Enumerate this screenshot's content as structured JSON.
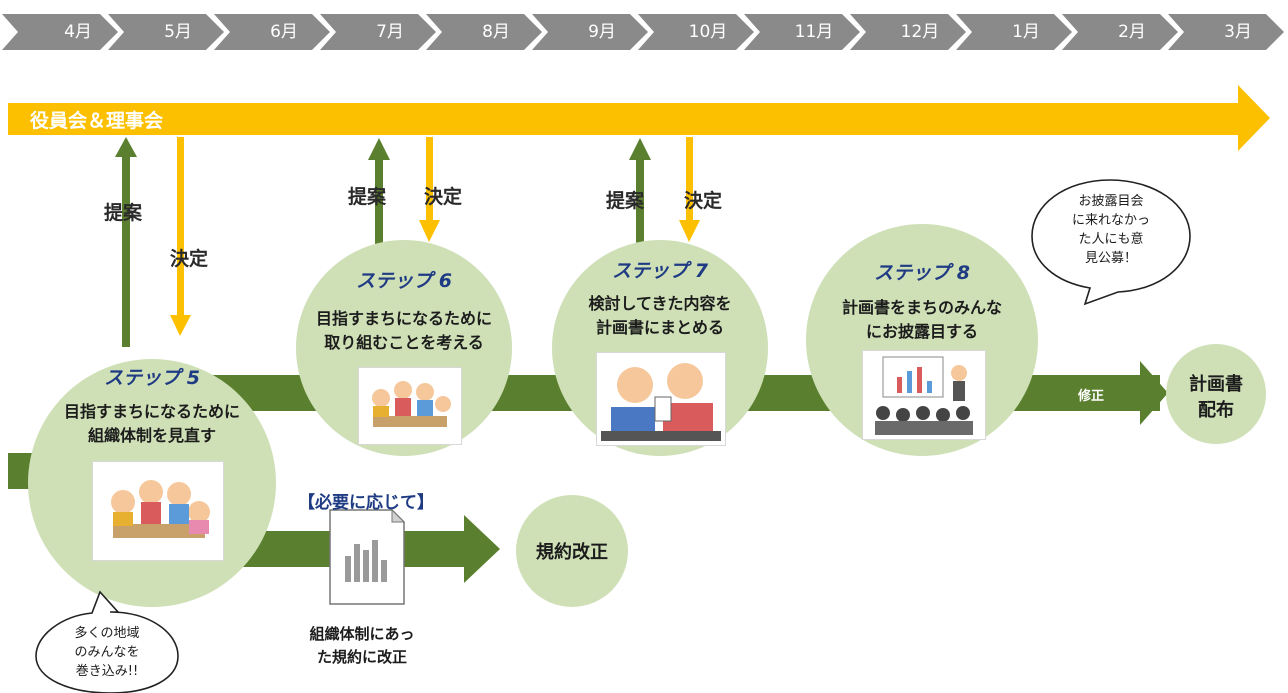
{
  "timeline": {
    "months": [
      "4月",
      "5月",
      "6月",
      "7月",
      "8月",
      "9月",
      "10月",
      "11月",
      "12月",
      "1月",
      "2月",
      "3月"
    ]
  },
  "board": {
    "label": "役員会＆理事会"
  },
  "arrows": {
    "propose": "提案",
    "decide": "決定"
  },
  "steps": [
    {
      "title": "ステップ 5",
      "desc": "目指すまちになるために\n組織体制を見直す"
    },
    {
      "title": "ステップ 6",
      "desc": "目指すまちになるために\n取り組むことを考える"
    },
    {
      "title": "ステップ 7",
      "desc": "検討してきた内容を\n計画書にまとめる"
    },
    {
      "title": "ステップ 8",
      "desc": "計画書をまちのみんな\nにお披露目する"
    }
  ],
  "branch": {
    "note": "【必要に応じて】",
    "caption": "組織体制にあっ\nた規約に改正",
    "result": "規約改正"
  },
  "final": {
    "revise": "修正",
    "result": "計画書\n配布"
  },
  "bubbles": {
    "top": "お披露目会\nに来れなかっ\nた人にも意\n見公募！",
    "bottom": "多くの地域\nのみんなを\n巻き込み!!"
  },
  "colors": {
    "month_bar": "#8a8a8a",
    "board_bar": "#fcc000",
    "flow_green": "#5a7f2e",
    "circle": "#cfe0b7",
    "step_title": "#1f3b84"
  }
}
